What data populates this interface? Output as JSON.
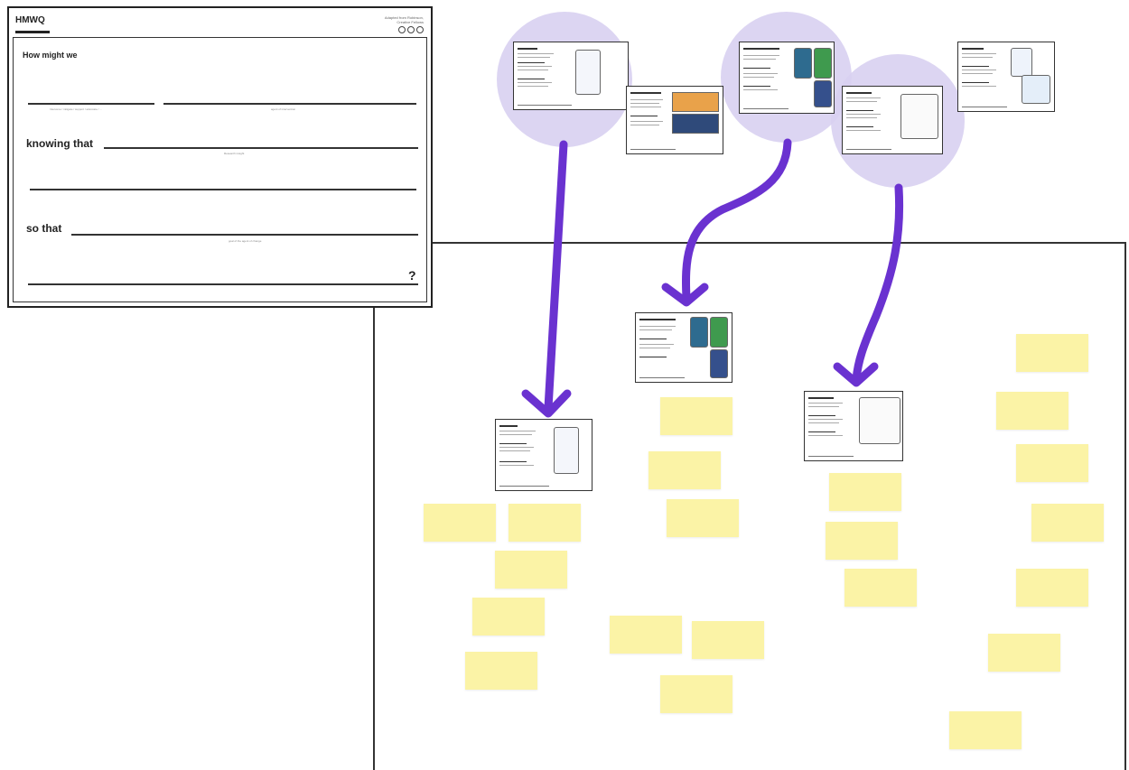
{
  "template": {
    "title": "HMWQ",
    "meta_line1": "Adapted from Robinson,",
    "meta_line2": "Creative Fellows",
    "prompt_how": "How might we",
    "hint_action": "Intervene / mitigate / support / advocate / ...",
    "hint_agent": "agent of intervention",
    "prompt_knowing": "knowing that",
    "hint_insight": "Research insight",
    "prompt_so_that": "so that",
    "hint_goal": "goal of the agent of change",
    "question_mark": "?"
  },
  "colors": {
    "circle": "#d8d0f1",
    "arrow": "#6a32d0",
    "sticky": "#fbf3a6"
  }
}
